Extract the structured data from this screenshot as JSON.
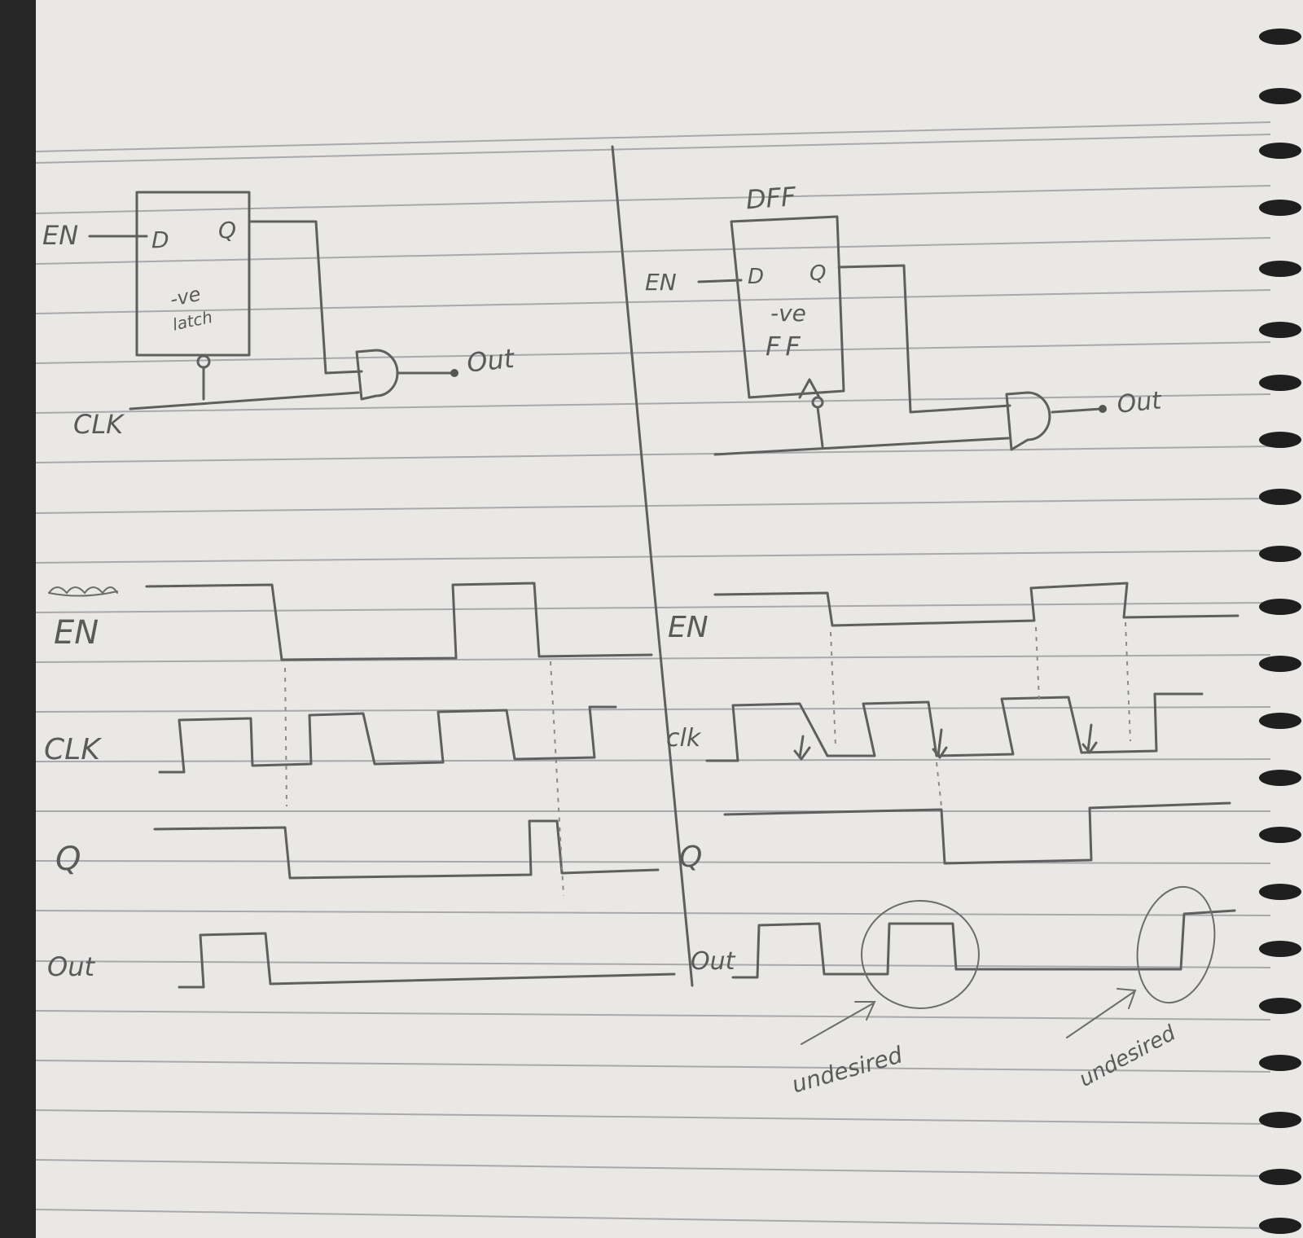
{
  "left_circuit": {
    "input_label": "EN",
    "d_pin": "D",
    "q_pin": "Q",
    "block_line1": "-ve",
    "block_line2": "latch",
    "clock_label": "CLK",
    "output_label": "Out"
  },
  "right_circuit": {
    "title": "DFF",
    "input_label": "EN",
    "d_pin": "D",
    "q_pin": "Q",
    "block_line1": "-ve",
    "block_line2": "FF",
    "output_label": "Out"
  },
  "left_timing": {
    "labels": [
      "EN",
      "CLK",
      "Q",
      "Out"
    ]
  },
  "right_timing": {
    "labels": [
      "EN",
      "clk",
      "Q",
      "Out"
    ],
    "annotations": [
      "undesired",
      "undesired"
    ]
  }
}
